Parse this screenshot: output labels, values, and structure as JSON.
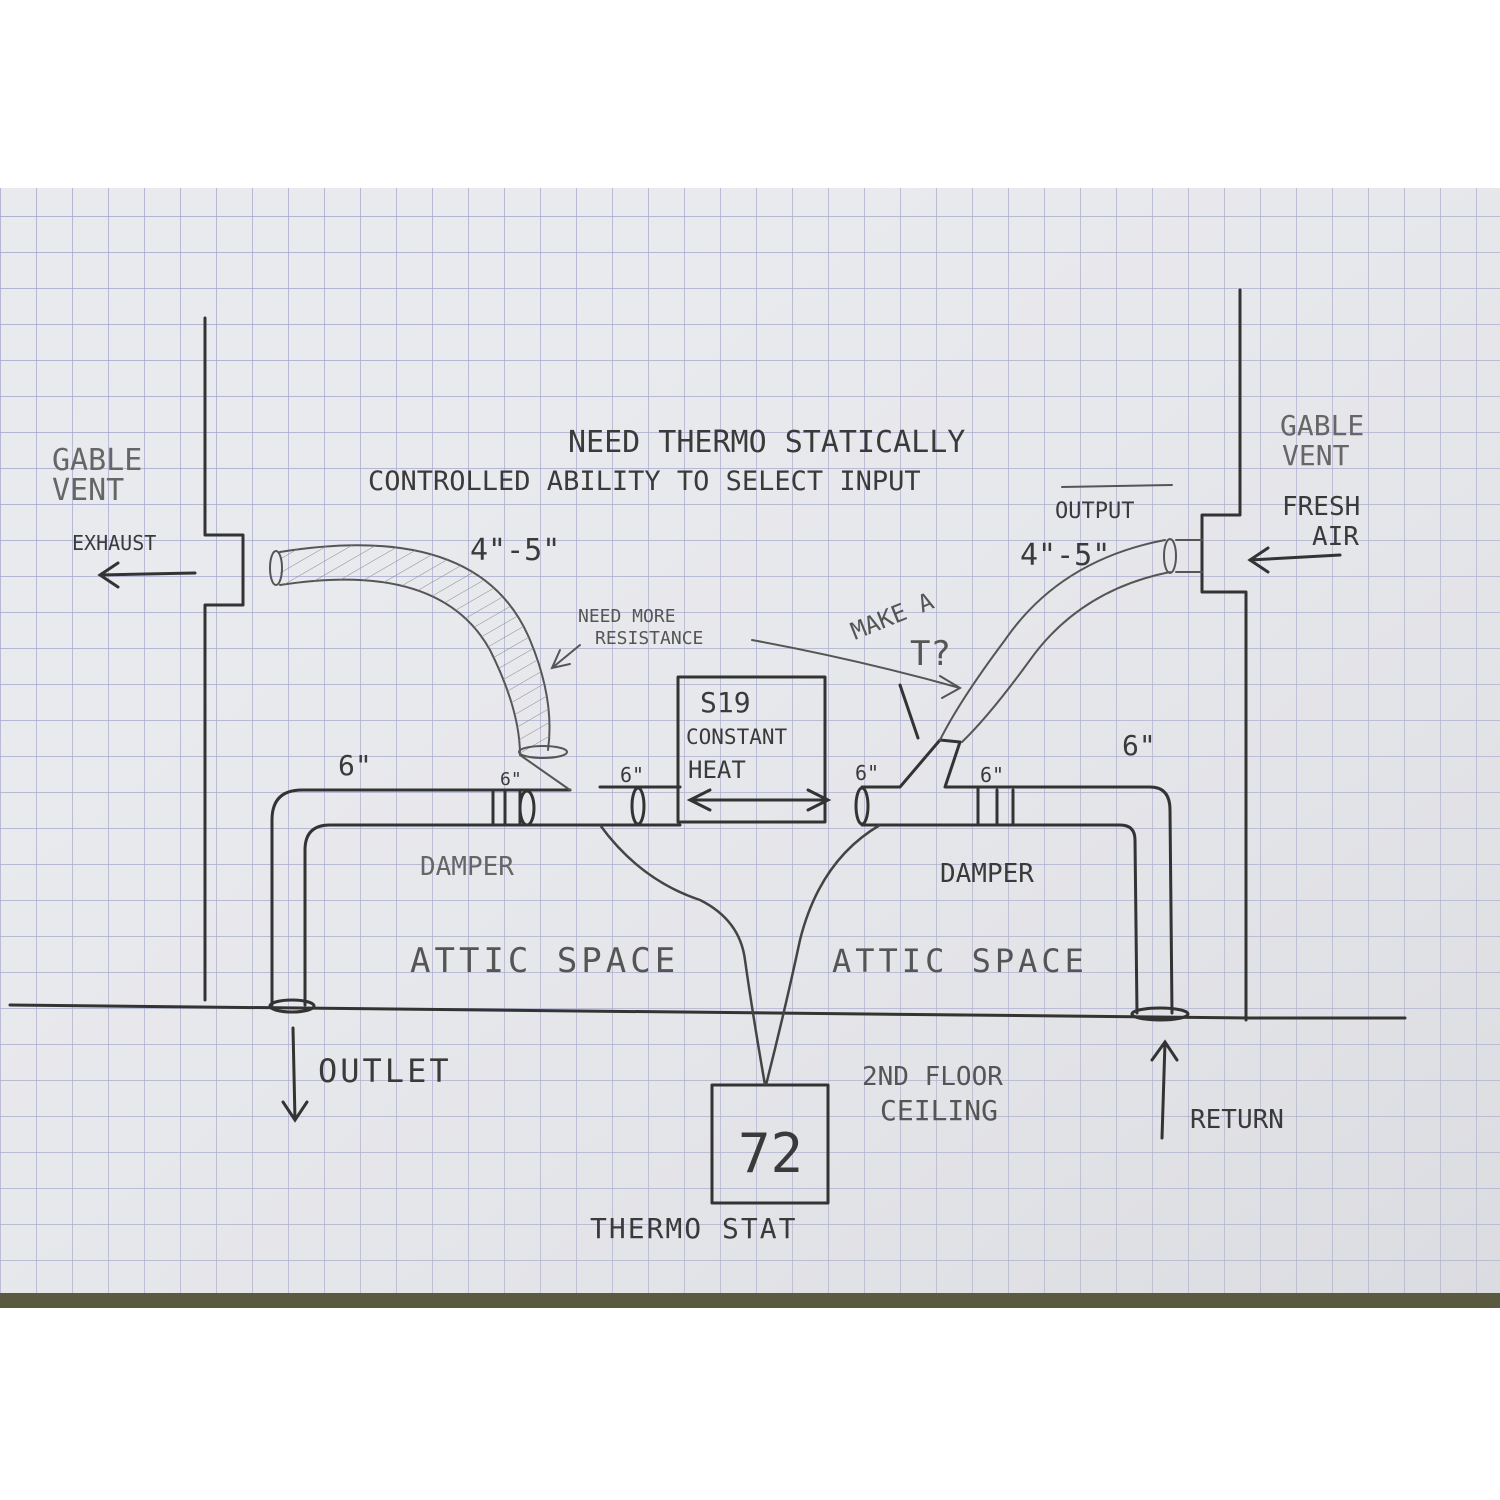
{
  "colors": {
    "paper": "#e9eaee",
    "grid": "#9c9fc8",
    "ink": "#333333",
    "pencil": "#7a7a7a",
    "table_edge": "#5a5a3e"
  },
  "labels": {
    "title_line1": "NEED THERMO STATICALLY",
    "title_line2": "CONTROLLED ABILITY TO SELECT INPUT",
    "title_output": "OUTPUT",
    "gable_vent_left_1": "GABLE",
    "gable_vent_left_2": "VENT",
    "exhaust": "EXHAUST",
    "gable_vent_right_1": "GABLE",
    "gable_vent_right_2": "VENT",
    "fresh_air_1": "FRESH",
    "fresh_air_2": "AIR",
    "size_flex_left": "4\"-5\"",
    "size_flex_right": "4\"-5\"",
    "need_more_1": "NEED MORE",
    "need_more_2": "RESISTANCE",
    "make_a": "MAKE A",
    "t_question": "T?",
    "heater_1": "S19",
    "heater_2": "CONSTANT",
    "heater_3": "HEAT",
    "size_6_left": "6\"",
    "size_6_right": "6\"",
    "size_6_damper_left": "6\"",
    "size_6_mid_left": "6\"",
    "size_6_mid_right": "6\"",
    "size_6_damper_right": "6\"",
    "damper_left": "DAMPER",
    "damper_right": "DAMPER",
    "attic_left": "ATTIC SPACE",
    "attic_right": "ATTIC SPACE",
    "outlet": "OUTLET",
    "floor_1": "2ND FLOOR",
    "floor_2": "CEILING",
    "thermostat_value": "72",
    "thermostat": "THERMO STAT",
    "return": "RETURN"
  }
}
